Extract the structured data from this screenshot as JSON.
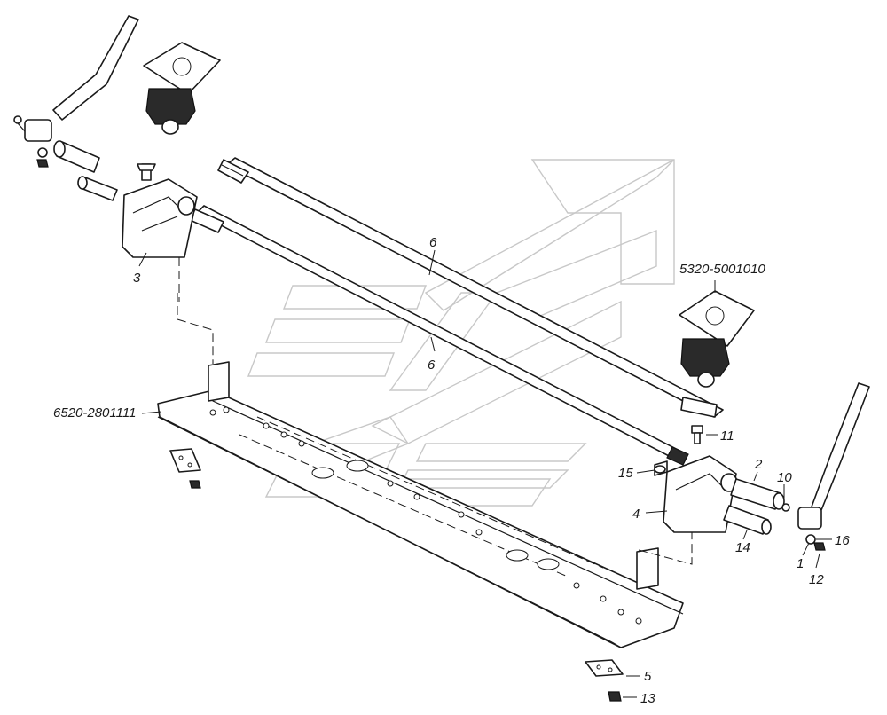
{
  "diagram": {
    "part_codes": {
      "cab_support": "5320-5001010",
      "frame_crossmember": "6520-2801111"
    },
    "callouts": {
      "c1": "1",
      "c2": "2",
      "c3": "3",
      "c4": "4",
      "c5": "5",
      "c6a": "6",
      "c6b": "6",
      "c10": "10",
      "c11": "11",
      "c12": "12",
      "c13": "13",
      "c14": "14",
      "c15": "15",
      "c16": "16"
    },
    "colors": {
      "line": "#1a1a1a",
      "watermark": "#c8c8c8",
      "background": "#ffffff"
    }
  }
}
